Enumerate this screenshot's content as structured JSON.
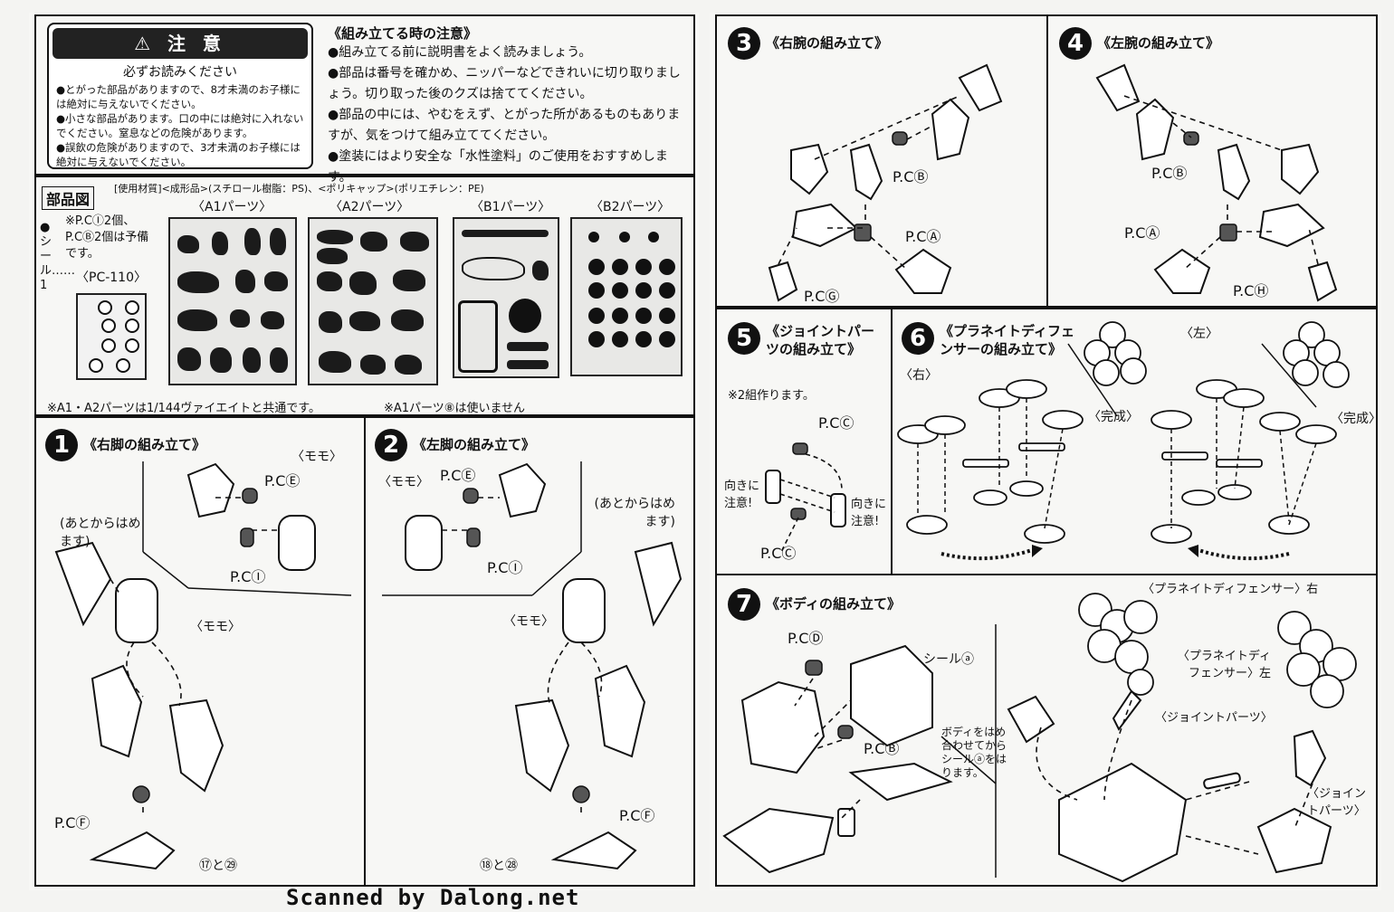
{
  "caution": {
    "heading": "⚠ 注 意",
    "sub": "必ずお読みください",
    "items": [
      "●とがった部品がありますので、8才未満のお子様には絶対に与えないでください。",
      "●小さな部品があります。口の中には絶対に入れないでください。窒息などの危険があります。",
      "●誤飲の危険がありますので、3才未満のお子様には絶対に与えないでください。"
    ]
  },
  "assembly_notes": {
    "title": "《組み立てる時の注意》",
    "items": [
      "●組み立てる前に説明書をよく読みましょう。",
      "●部品は番号を確かめ、ニッパーなどできれいに切り取りましょう。切り取った後のクズは捨ててください。",
      "●部品の中には、やむをえず、とがった所があるものもありますが、気をつけて組み立ててください。",
      "●塗装にはより安全な「水性塗料」のご使用をおすすめします。"
    ]
  },
  "parts": {
    "title": "部品図",
    "materials": "[使用材質]<成形品>(スチロール樹脂：PS)、<ポリキャップ>(ポリエチレン：PE)",
    "side_label": "●シール……1",
    "spare_note": "※P.CⒾ2個、P.CⒷ2個は予備です。",
    "pc_label": "〈PC-110〉",
    "runners": [
      "〈A1パーツ〉",
      "〈A2パーツ〉",
      "〈B1パーツ〉",
      "〈B2パーツ〉"
    ],
    "note_shared": "※A1・A2パーツは1/144ヴァイエイトと共通です。",
    "note_unused": "※A1パーツ⑧は使いません"
  },
  "steps": {
    "s1": {
      "num": "1",
      "title": "《右脚の組み立て》"
    },
    "s2": {
      "num": "2",
      "title": "《左脚の組み立て》"
    },
    "s3": {
      "num": "3",
      "title": "《右腕の組み立て》"
    },
    "s4": {
      "num": "4",
      "title": "《左腕の組み立て》"
    },
    "s5": {
      "num": "5",
      "title": "《ジョイントパーツの組み立て》",
      "note": "※2組作ります。",
      "care_l": "向きに注意!",
      "care_r": "向きに注意!"
    },
    "s6": {
      "num": "6",
      "title": "《プラネイトディフェンサーの組み立て》",
      "right": "〈右〉",
      "left": "〈左〉",
      "done": "〈完成〉"
    },
    "s7": {
      "num": "7",
      "title": "《ボディの組み立て》",
      "seal": "シールⓐ",
      "instr": "ボディをはめ合わせてからシールⓐをはります。",
      "pd_right": "〈プラネイトディフェンサー〉右",
      "pd_left": "〈プラネイトディフェンサー〉左",
      "joint": "〈ジョイントパーツ〉",
      "joint2": "〈ジョイントパーツ〉"
    }
  },
  "labels": {
    "momo": "〈モモ〉",
    "later": "(あとからはめます)",
    "pcA": "P.CⒶ",
    "pcB": "P.CⒷ",
    "pcC": "P.CⒸ",
    "pcD": "P.CⒹ",
    "pcE": "P.CⒺ",
    "pcF": "P.CⒻ",
    "pcG": "P.CⒼ",
    "pcH": "P.CⒽ",
    "pcI": "P.CⒾ",
    "and17_29": "⑰と㉙",
    "and18_28": "⑱と㉘"
  },
  "footer": "Scanned by Dalong.net"
}
